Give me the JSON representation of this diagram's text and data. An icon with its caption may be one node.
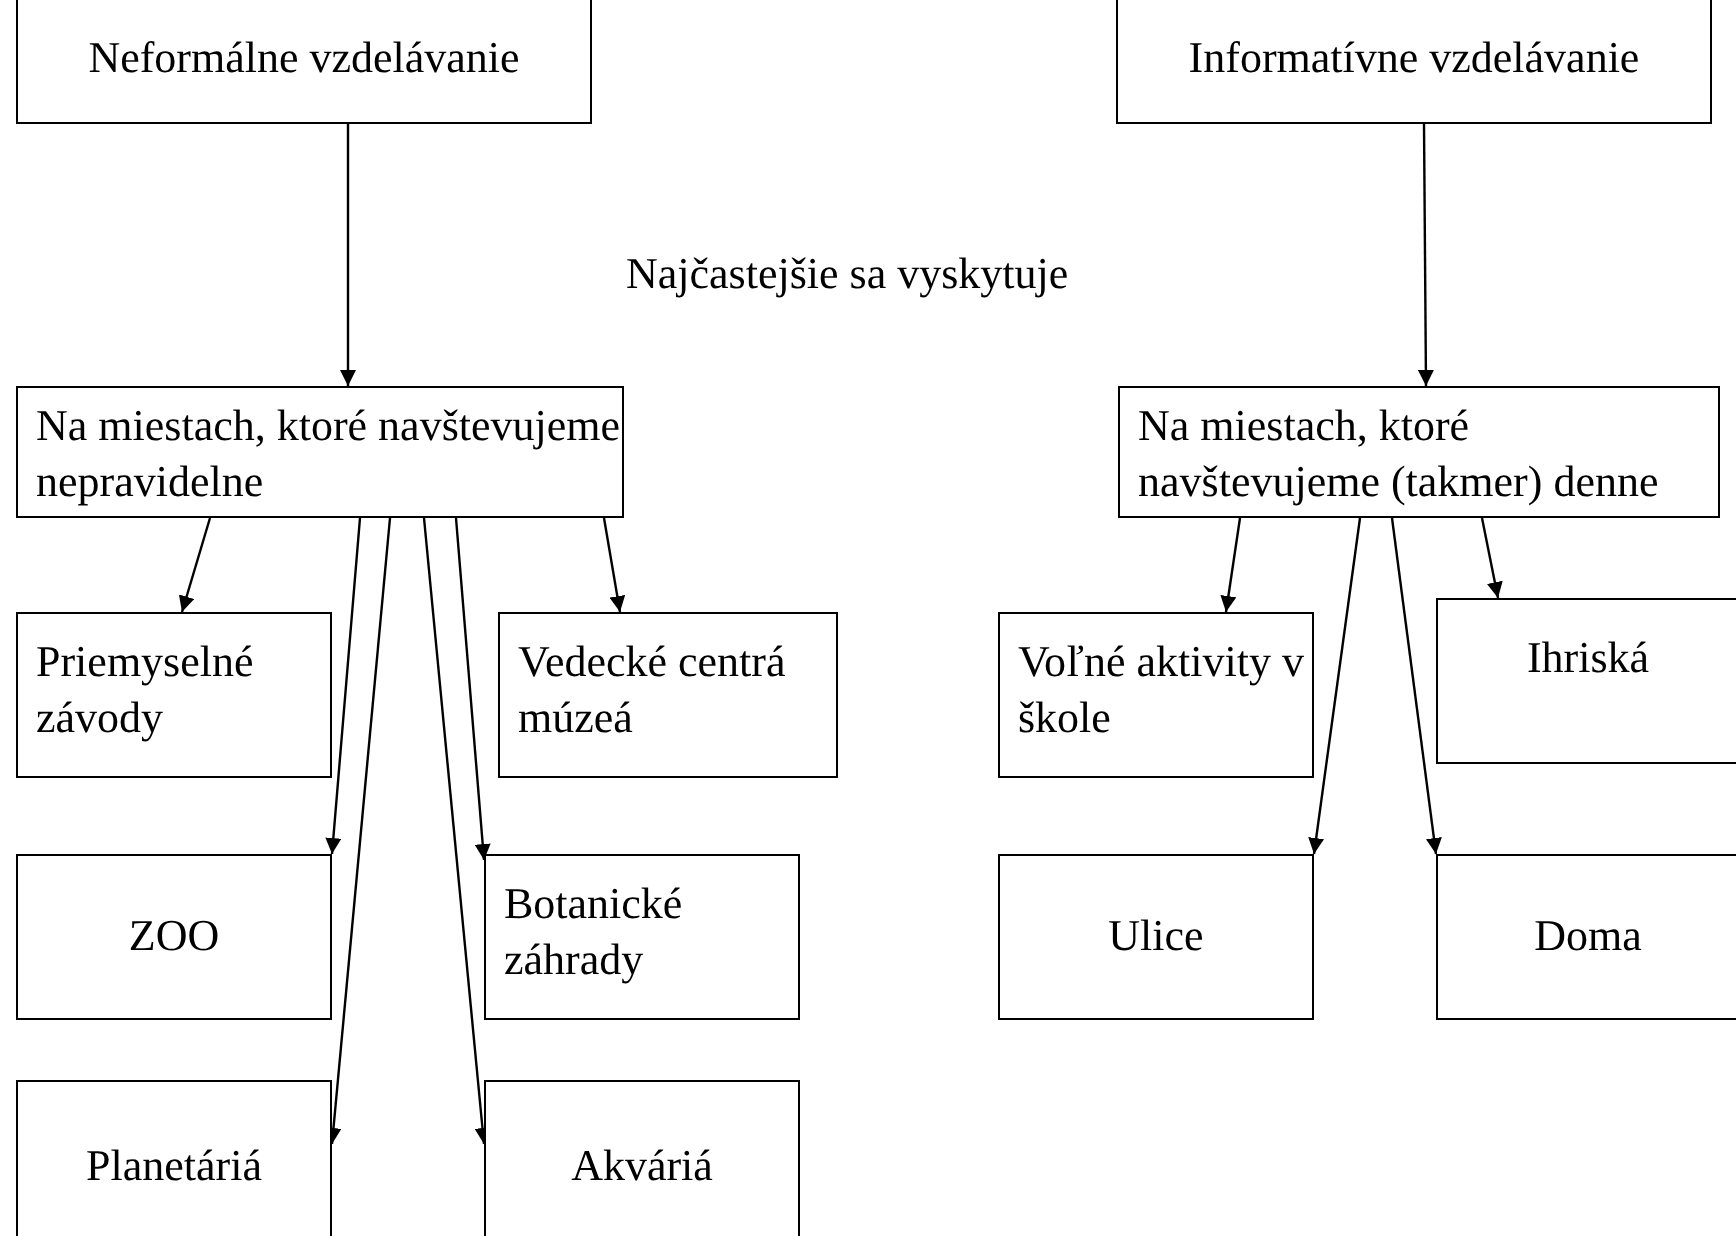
{
  "diagram": {
    "nodes": [
      {
        "text": [
          "Neformálne vzdelávanie"
        ]
      },
      {
        "text": [
          "Informatívne vzdelávanie"
        ]
      },
      {
        "text": [
          "Na miestach, ktoré navštevujeme nepravidelne"
        ]
      },
      {
        "text": [
          "Na miestach, ktoré navštevujeme (takmer) denne"
        ]
      },
      {
        "text": [
          "Priemyselné závody"
        ]
      },
      {
        "text": [
          "Vedecké centrá múzeá"
        ]
      },
      {
        "text": [
          "ZOO"
        ]
      },
      {
        "text": [
          "Botanické záhrady"
        ]
      },
      {
        "text": [
          "Planetáriá"
        ]
      },
      {
        "text": [
          "Akváriá"
        ]
      },
      {
        "text": [
          "Voľné aktivity v škole"
        ]
      },
      {
        "text": [
          "Ihriská"
        ]
      },
      {
        "text": [
          "Ulice"
        ]
      },
      {
        "text": [
          "Doma"
        ]
      }
    ],
    "edges": [
      {
        "from": 0,
        "to": 2,
        "arrow": "to"
      },
      {
        "from": 1,
        "to": 3,
        "arrow": "to"
      },
      {
        "from": 2,
        "to": 4,
        "arrow": "to"
      },
      {
        "from": 2,
        "to": 6,
        "arrow": "to"
      },
      {
        "from": 2,
        "to": 8,
        "arrow": "to"
      },
      {
        "from": 2,
        "to": 9,
        "arrow": "to"
      },
      {
        "from": 2,
        "to": 7,
        "arrow": "to"
      },
      {
        "from": 2,
        "to": 5,
        "arrow": "to"
      },
      {
        "from": 3,
        "to": 10,
        "arrow": "to"
      },
      {
        "from": 3,
        "to": 12,
        "arrow": "to"
      },
      {
        "from": 3,
        "to": 13,
        "arrow": "to"
      },
      {
        "from": 3,
        "to": 11,
        "arrow": "to"
      }
    ],
    "labels": [
      "Najčastejšie sa vyskytuje"
    ]
  }
}
